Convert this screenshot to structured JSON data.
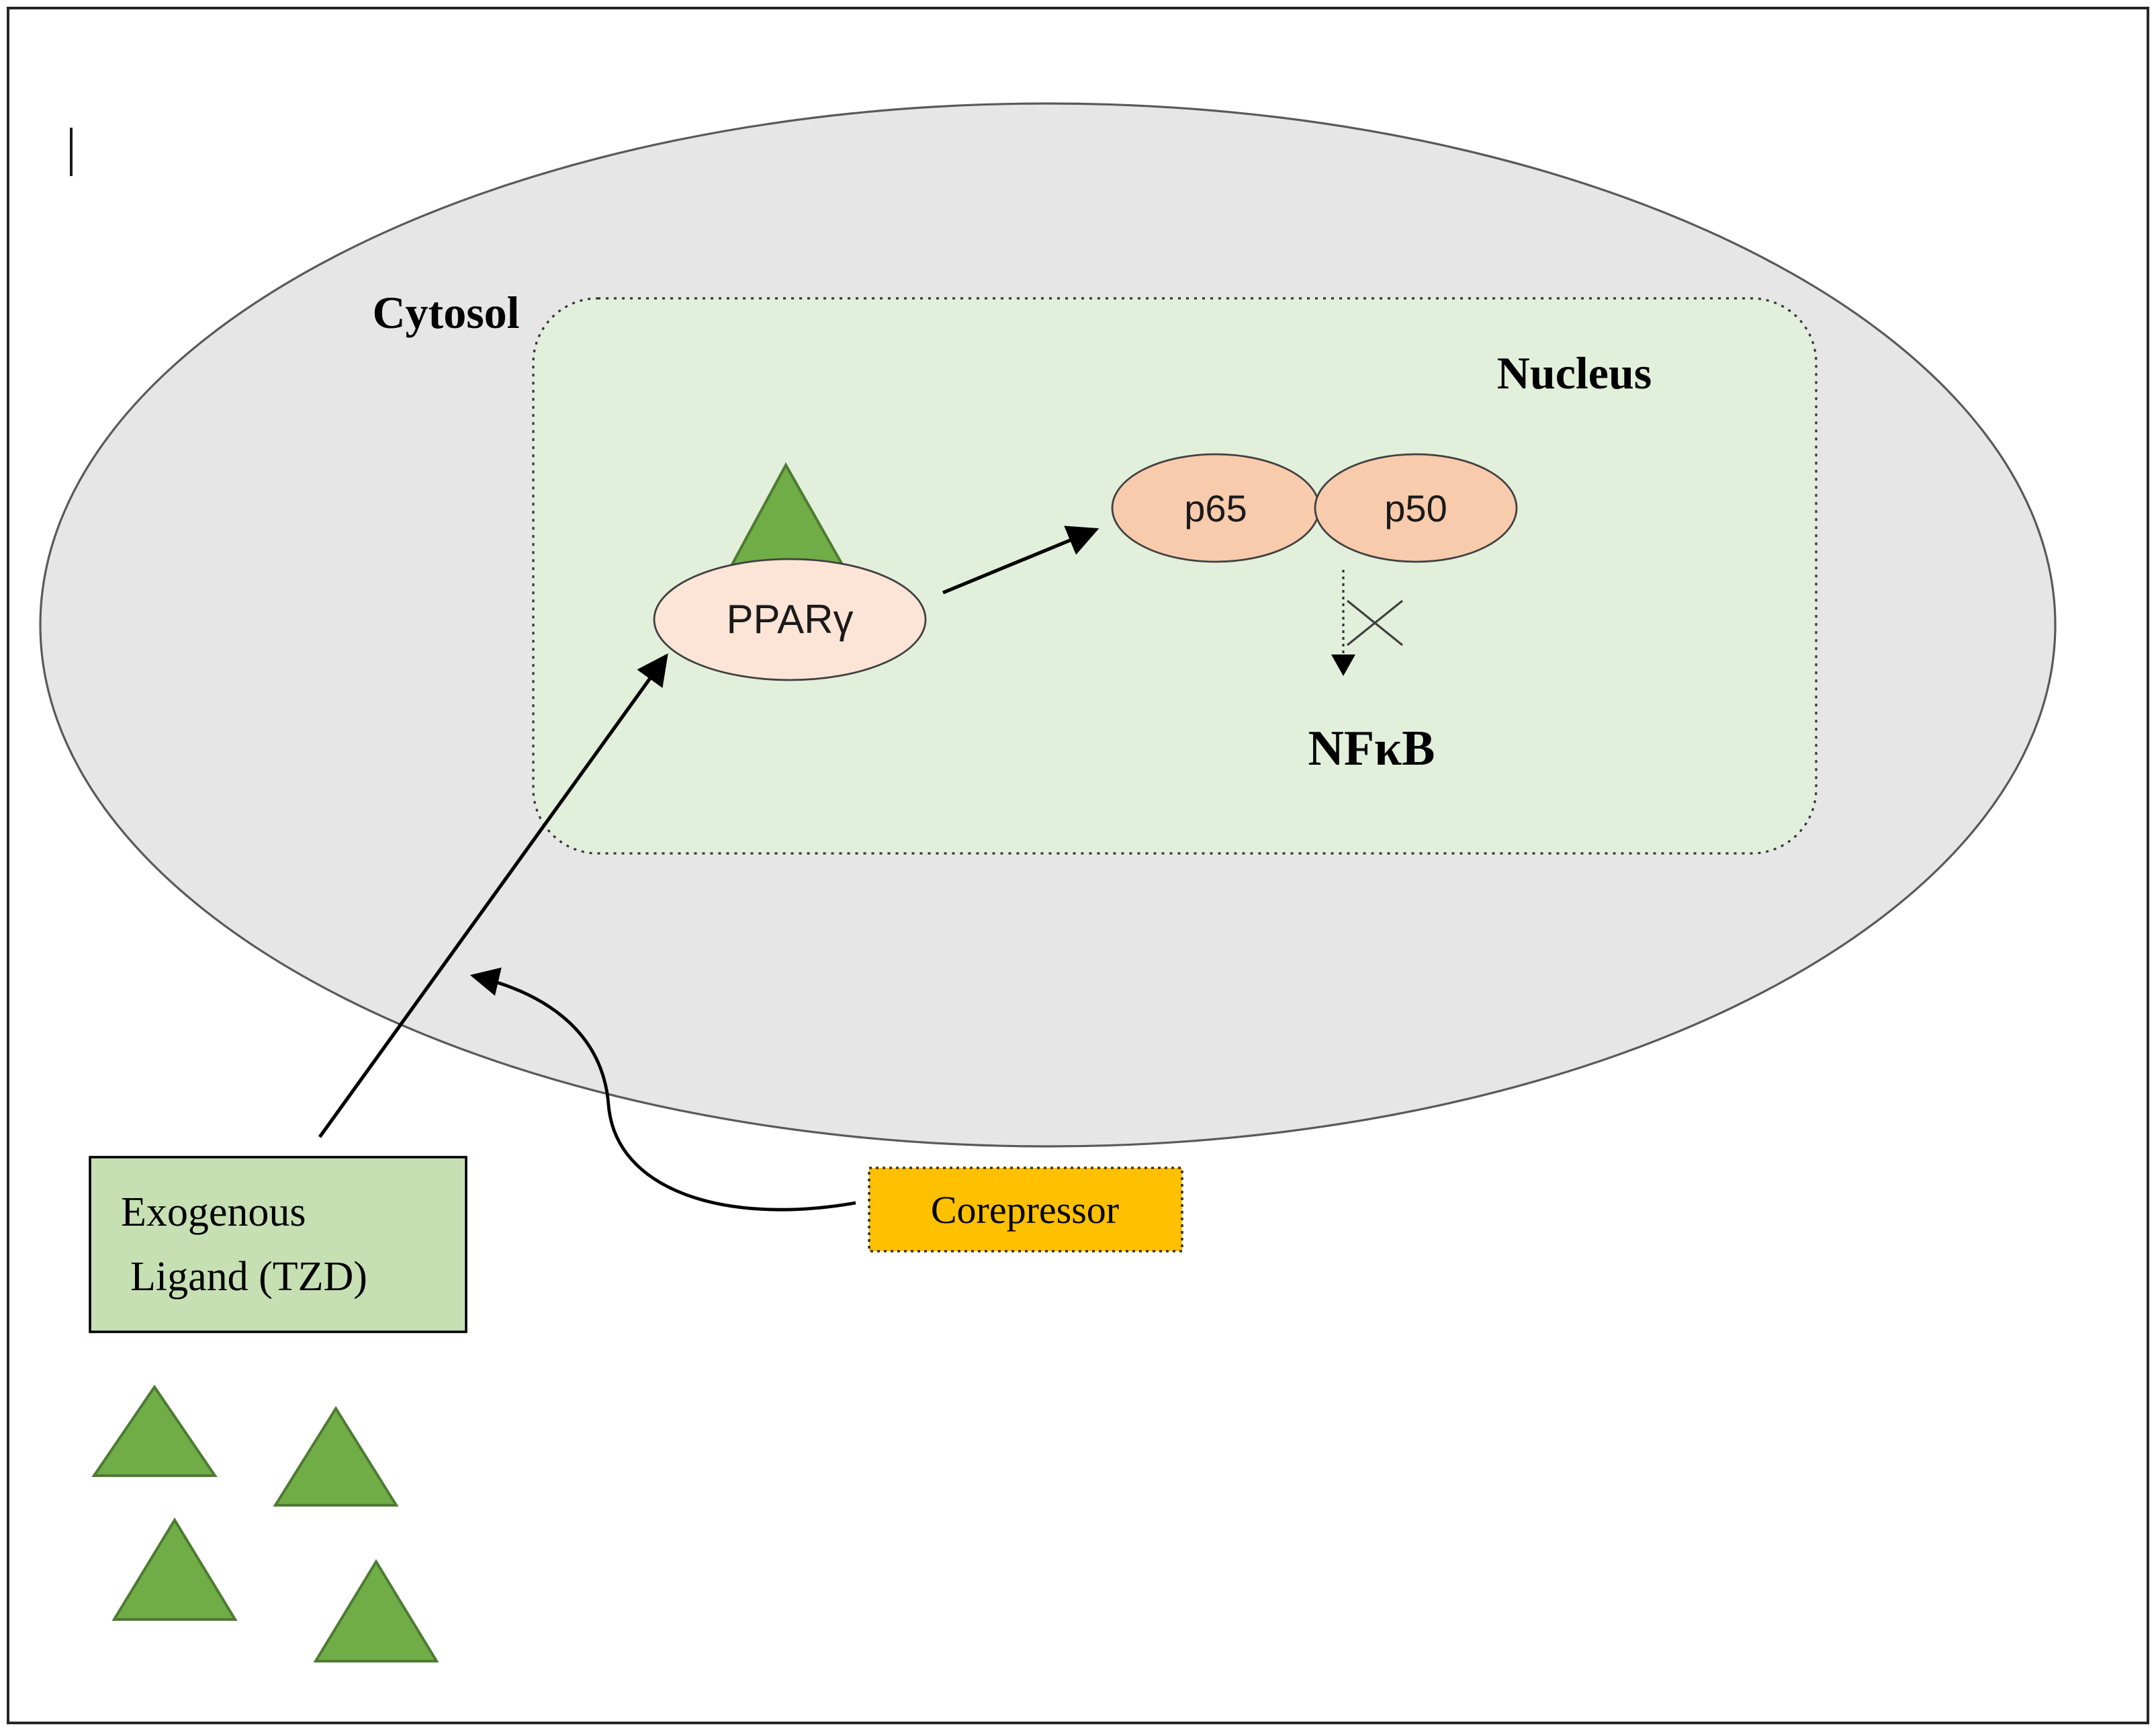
{
  "diagram": {
    "type": "cell-signaling-pathway",
    "labels": {
      "cytosol": "Cytosol",
      "nucleus": "Nucleus",
      "ppar_gamma": "PPARγ",
      "p65": "p65",
      "p50": "p50",
      "nfkb": "NFκB",
      "exogenous_line1": "Exogenous",
      "exogenous_line2": "Ligand (TZD)",
      "corepressor": "Corepressor"
    },
    "colors": {
      "cell_fill": "#e7e6e6",
      "cell_stroke": "#595959",
      "nucleus_fill": "#e2efda",
      "nucleus_stroke": "#333333",
      "ppar_fill": "#fce4d6",
      "nfkb_subunit_fill": "#f8cbad",
      "shape_stroke": "#404040",
      "triangle_fill": "#70ad47",
      "triangle_stroke": "#4e7a33",
      "ligand_box_fill": "#c6e0b4",
      "corepressor_fill": "#ffc000",
      "arrow_color": "#000000"
    }
  }
}
